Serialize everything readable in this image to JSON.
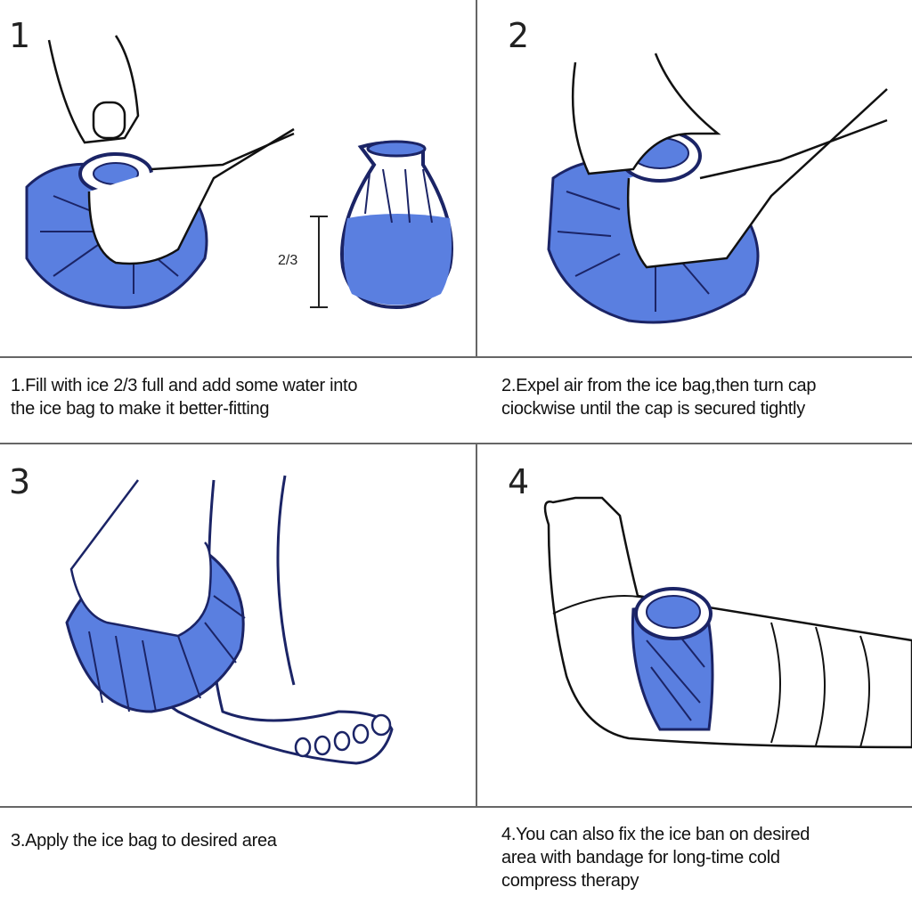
{
  "steps": [
    {
      "number": "1",
      "caption_line1": "1.Fill with ice 2/3 full and add some water into",
      "caption_line2": "the ice bag to make it better-fitting",
      "measure_label": "2/3"
    },
    {
      "number": "2",
      "caption_line1": "2.Expel air from the ice bag,then turn cap",
      "caption_line2": "ciockwise until the cap is secured tightly"
    },
    {
      "number": "3",
      "caption_line1": "3.Apply the ice bag to desired area"
    },
    {
      "number": "4",
      "caption_line1": "4.You can also fix the ice ban on desired",
      "caption_line2": "area with bandage for long-time cold",
      "caption_line3": "compress therapy"
    }
  ],
  "colors": {
    "bag_fill": "#5a7fe0",
    "outline": "#1b2466",
    "divider": "#666666"
  }
}
